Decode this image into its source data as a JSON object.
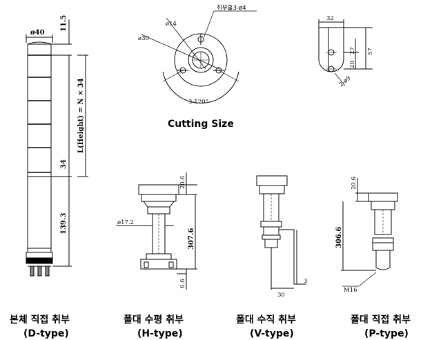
{
  "top_left": {
    "dia40": "ø40",
    "d11_5": "11.5",
    "height_formula": "L(Height) = N × 34",
    "d34": "34",
    "d139_3": "139.3"
  },
  "flange": {
    "dia14": "ø14",
    "dia30": "ø30",
    "holes": "취부홀3-ø4",
    "angle": "3-120°",
    "title": "Cutting Size"
  },
  "bracket": {
    "d32": "32",
    "d27": "27",
    "d20": "20",
    "d57": "57",
    "hole": "2-ø9"
  },
  "h_type": {
    "d20_6": "20.6",
    "d17_2": "ø17.2",
    "d307_6": "307.6",
    "d6_6": "6.6"
  },
  "v_type": {
    "d30": "30",
    "d3": "3"
  },
  "p_type": {
    "d20_6": "20.6",
    "d306_6": "306.6",
    "m16": "M16"
  },
  "captions": [
    {
      "korean": "본체 직접 취부",
      "type": "(D-type)"
    },
    {
      "korean": "폴대 수평 취부",
      "type": "(H-type)"
    },
    {
      "korean": "폴대 수직 취부",
      "type": "(V-type)"
    },
    {
      "korean": "폴대 직접 취부",
      "type": "(P-type)"
    }
  ]
}
